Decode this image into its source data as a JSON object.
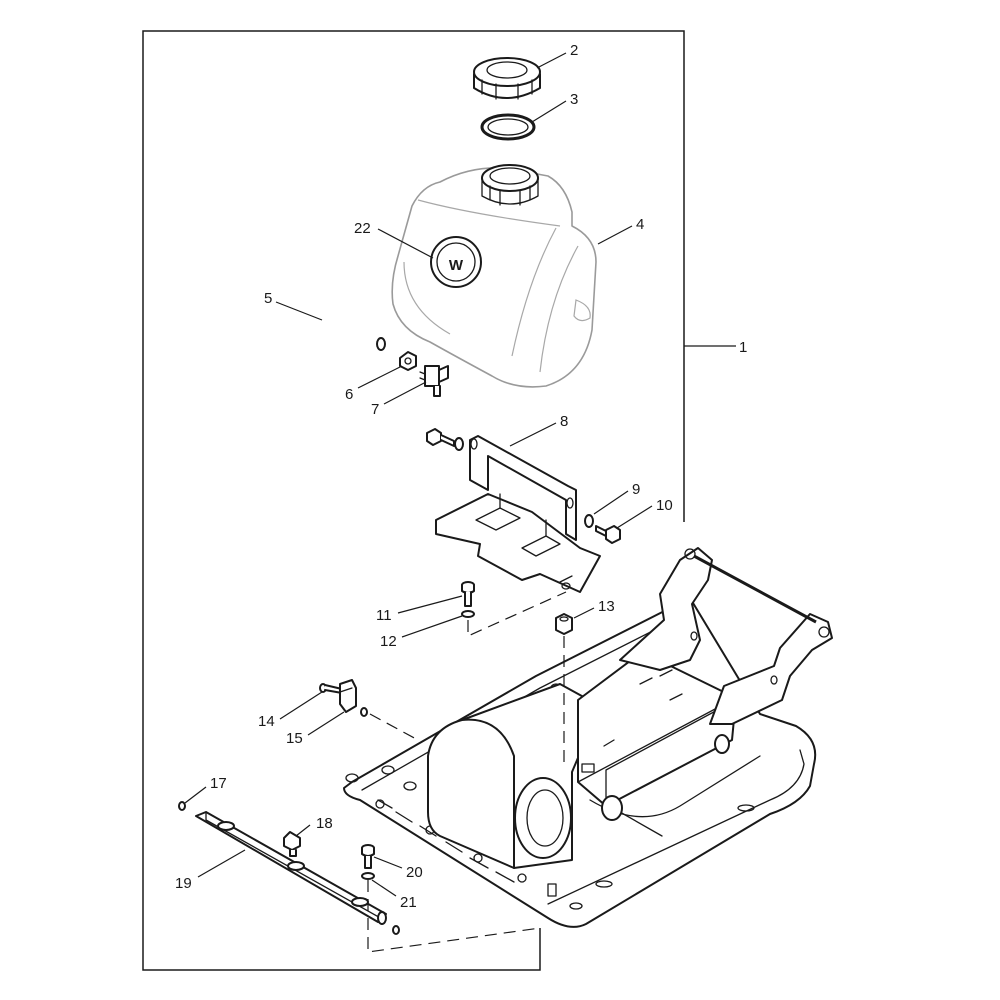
{
  "callouts": {
    "c1": "1",
    "c2": "2",
    "c3": "3",
    "c4": "4",
    "c5": "5",
    "c6": "6",
    "c7": "7",
    "c8": "8",
    "c9": "9",
    "c10": "10",
    "c11": "11",
    "c12": "12",
    "c13": "13",
    "c14": "14",
    "c15": "15",
    "c17": "17",
    "c18": "18",
    "c19": "19",
    "c20": "20",
    "c21": "21",
    "c22": "22"
  },
  "logo_letter": "W",
  "colors": {
    "line": "#1a1a1a",
    "ghost": "#9a9a9a",
    "background": "#ffffff"
  }
}
